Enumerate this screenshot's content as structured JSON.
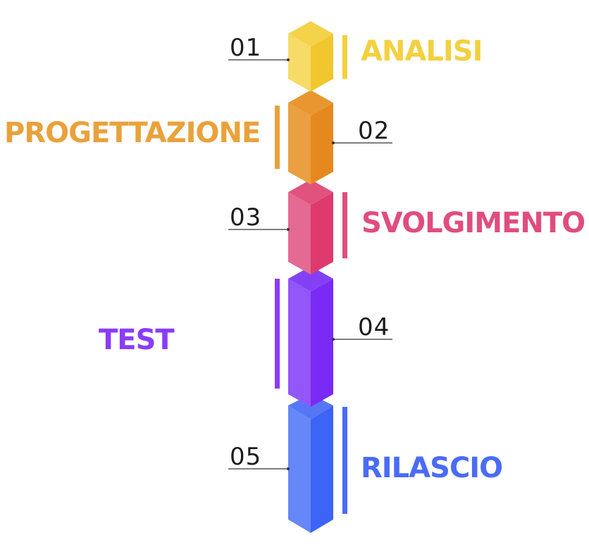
{
  "steps": [
    {
      "number": "01",
      "label": "ANALISI",
      "color": "#f3d03e",
      "dark": "#f2c72e",
      "light": "#f6dc67"
    },
    {
      "number": "02",
      "label": "PROGETTAZIONE",
      "color": "#e9a23b",
      "dark": "#e5891f",
      "light": "#eaa040"
    },
    {
      "number": "03",
      "label": "SVOLGIMENTO",
      "color": "#e04d7e",
      "dark": "#de3a6e",
      "light": "#e56a93"
    },
    {
      "number": "04",
      "label": "TEST",
      "color": "#8b3cf7",
      "dark": "#7a2af5",
      "light": "#9356f8"
    },
    {
      "number": "05",
      "label": "RILASCIO",
      "color": "#4a6cf5",
      "dark": "#3d63f7",
      "light": "#6687f7"
    }
  ]
}
